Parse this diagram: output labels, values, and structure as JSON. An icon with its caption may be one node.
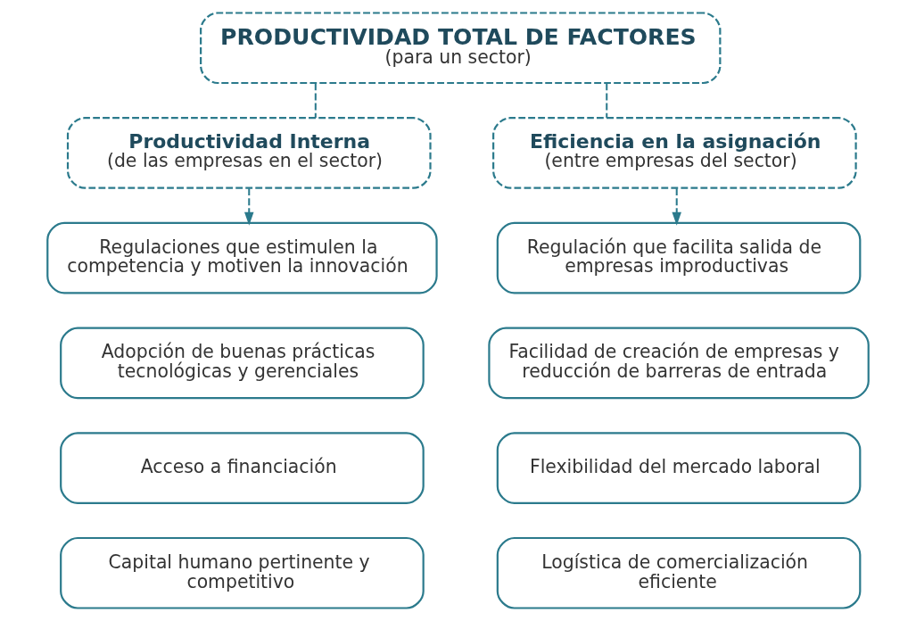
{
  "diagram": {
    "nodes": [
      {
        "text": [
          "PRODUCTIVIDAD TOTAL DE FACTORES",
          "(para un sector)"
        ]
      },
      {
        "text": [
          "Productividad Interna",
          "(de las empresas en el sector)"
        ]
      },
      {
        "text": [
          "Eficiencia en la asignación",
          "(entre empresas del sector)"
        ]
      },
      {
        "text": [
          "Regulaciones que estimulen la competencia y motiven la innovación"
        ]
      },
      {
        "text": [
          "Adopción de buenas prácticas tecnológicas y gerenciales"
        ]
      },
      {
        "text": [
          "Acceso a financiación"
        ]
      },
      {
        "text": [
          "Capital humano pertinente y competitivo"
        ]
      },
      {
        "text": [
          "Regulación que facilita salida de empresas improductivas"
        ]
      },
      {
        "text": [
          "Facilidad de creación de empresas y reducción de barreras de entrada"
        ]
      },
      {
        "text": [
          "Flexibilidad del mercado laboral"
        ]
      },
      {
        "text": [
          "Logística de comercialización eficiente"
        ]
      }
    ],
    "edges": [
      {
        "from": 0,
        "to": 1,
        "arrow": "none",
        "style": "dashed"
      },
      {
        "from": 0,
        "to": 2,
        "arrow": "none",
        "style": "dashed"
      },
      {
        "from": 1,
        "to": 3,
        "arrow": "to",
        "style": "dashed"
      },
      {
        "from": 2,
        "to": 7,
        "arrow": "to",
        "style": "dashed"
      }
    ]
  }
}
